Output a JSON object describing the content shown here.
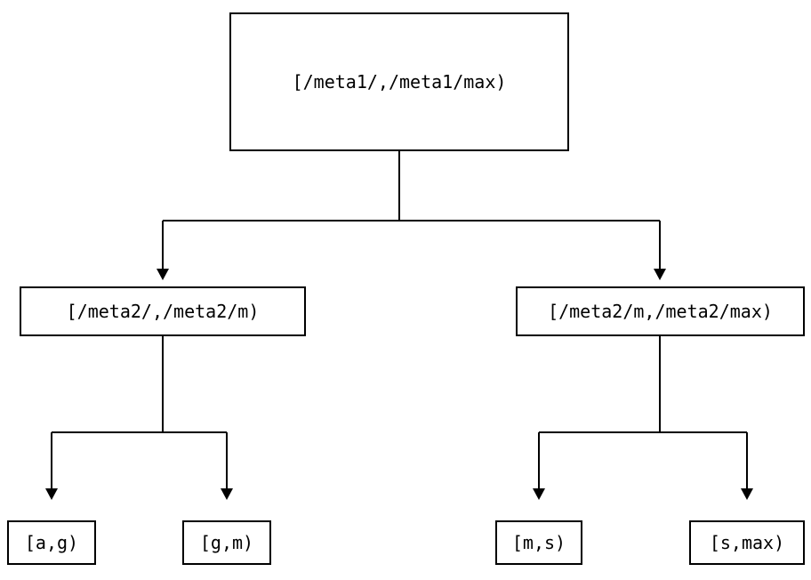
{
  "diagram": {
    "kind": "interval-partition-tree",
    "colors": {
      "line": "#000000",
      "box_border": "#000000",
      "background": "#ffffff"
    },
    "root": {
      "label": "[/meta1/,/meta1/max)"
    },
    "children": [
      {
        "label": "[/meta2/,/meta2/m)"
      },
      {
        "label": "[/meta2/m,/meta2/max)"
      }
    ],
    "leaves": [
      {
        "label": "[a,g)"
      },
      {
        "label": "[g,m)"
      },
      {
        "label": "[m,s)"
      },
      {
        "label": "[s,max)"
      }
    ]
  }
}
